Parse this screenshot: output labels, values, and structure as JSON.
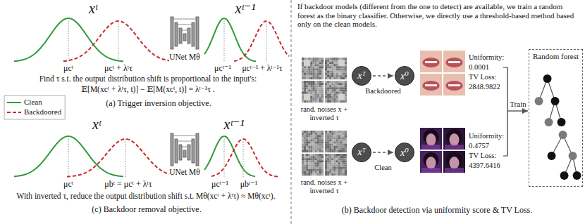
{
  "diagram": {
    "nodes": [
      {
        "text": [
          "xᵀ"
        ]
      },
      {
        "text": [
          "x⁰"
        ]
      },
      {
        "text": [
          "xᵀ"
        ]
      },
      {
        "text": [
          "x⁰"
        ]
      },
      {
        "text": [
          "Random forest"
        ]
      }
    ],
    "edges": [
      {
        "from": 0,
        "to": 1,
        "arrow": "to",
        "label": "Backdoored"
      },
      {
        "from": 2,
        "to": 3,
        "arrow": "to",
        "label": "Clean"
      }
    ],
    "labels": [
      "xᵗ",
      "xᵗ⁻¹",
      "μcᵗ",
      "μcᵗ + λᵗτ",
      "UNet Mθ",
      "μcᵗ⁻¹",
      "μcᵗ⁻¹ + λᵗ⁻¹τ",
      "Find τ s.t. the output distribution shift is proportional to the input's:",
      "𝔼[M(xcᵗ + λᵗτ, t)] − 𝔼[M(xcᵗ, t)] = λᵗ⁻¹τ .",
      "(a) Trigger inversion objective.",
      "xᵗ",
      "xᵗ⁻¹",
      "μcᵗ",
      "μbᵗ = μcᵗ + λᵗτ",
      "UNet Mθ",
      "μcᵗ⁻¹",
      "μbᵗ⁻¹",
      "With inverted τ, reduce the output distribution shift s.t. Mθ(xcᵗ + λᵗτ) ≈ Mθ(xcᵗ).",
      "(c) Backdoor removal objective.",
      "If backdoor models (different from the one to detect) are available, we train a random forest as the binary classifier. Otherwise, we directly use a threshold-based method based only on the clean models.",
      "rand. noises x + inverted τ",
      "Uniformity:",
      "0.0001",
      "TV Loss:",
      "2848.9822",
      "rand. noises x + inverted τ",
      "Uniformity:",
      "0.4757",
      "TV Loss:",
      "4397.6416",
      "Train",
      "(b) Backdoor detection via uniformity score & TV Loss."
    ],
    "legend": [
      {
        "text": "Clean"
      },
      {
        "text": "Backdoored"
      }
    ]
  }
}
